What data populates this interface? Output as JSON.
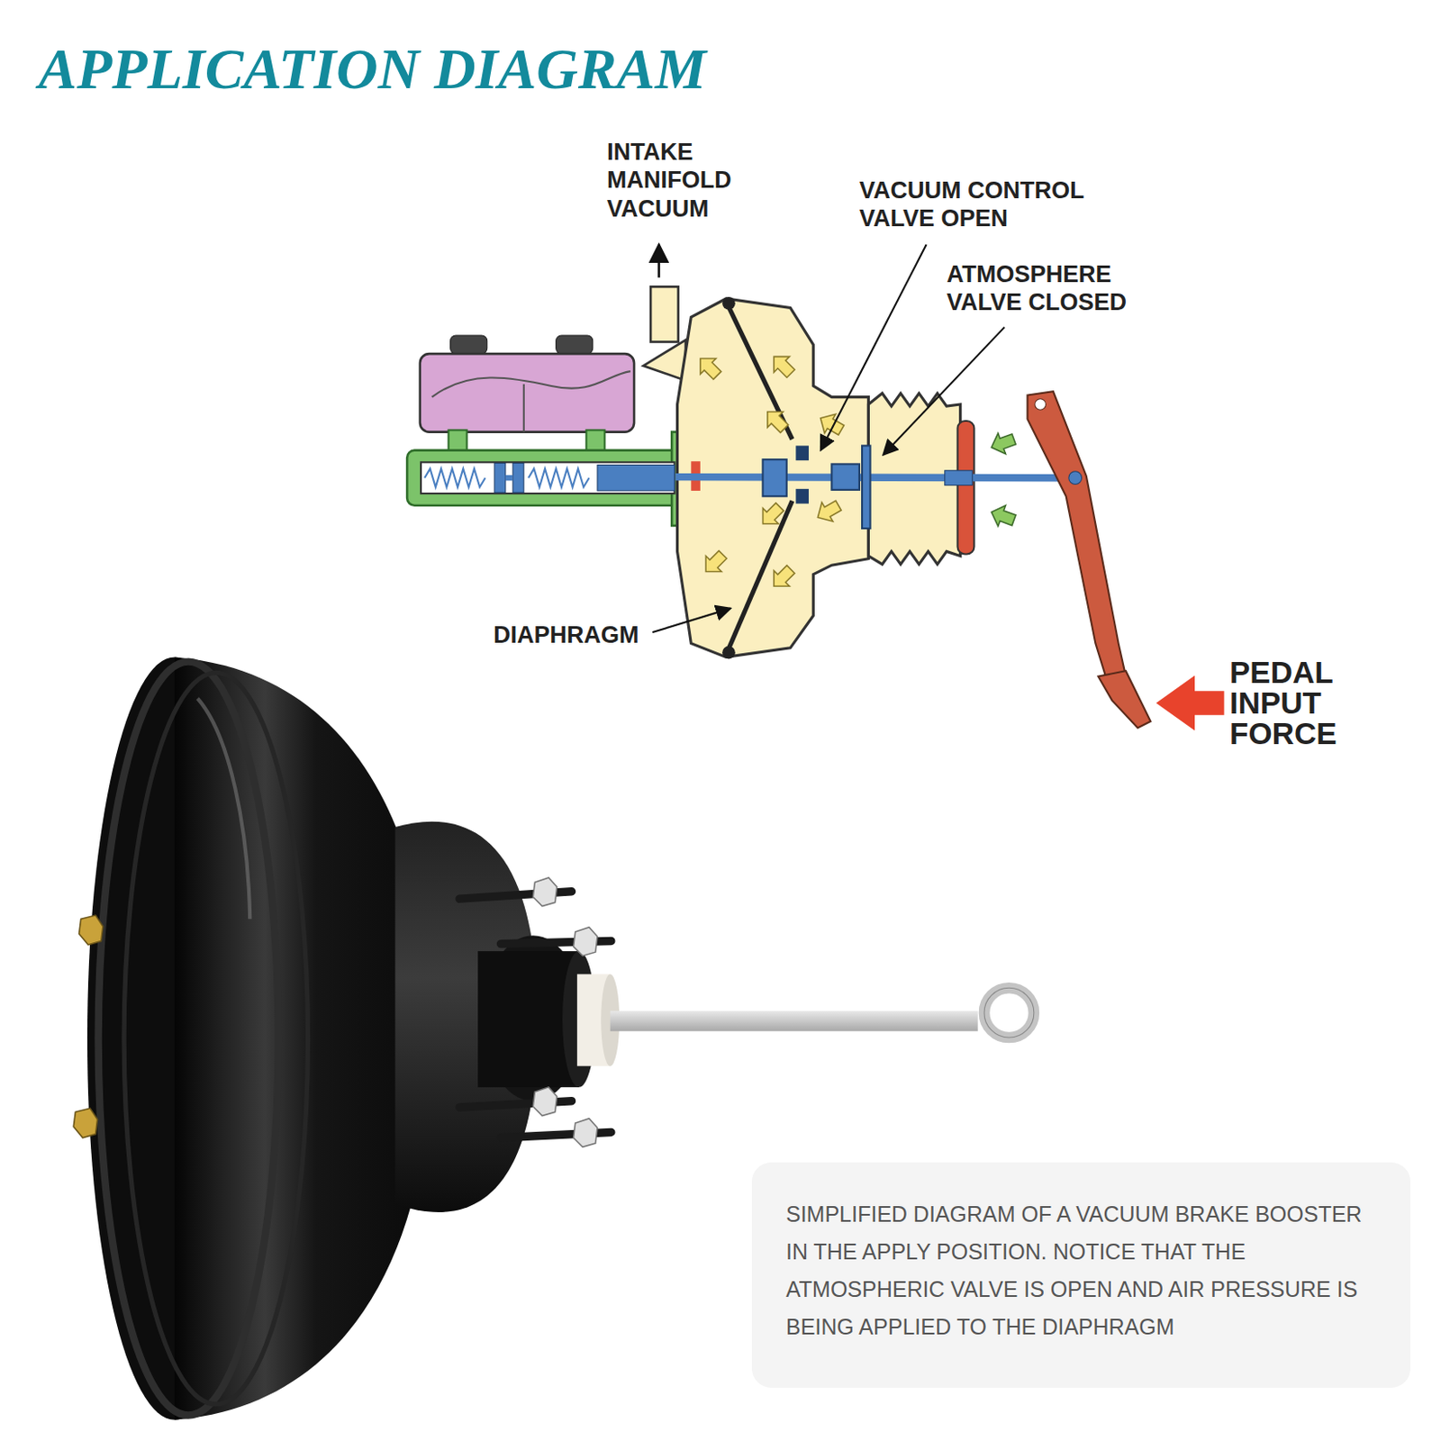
{
  "diagram": {
    "title": "APPLICATION DIAGRAM",
    "caption": "SIMPLIFIED DIAGRAM OF A VACUUM BRAKE BOOSTER IN THE APPLY POSITION. NOTICE THAT THE ATMOSPHERIC VALVE IS OPEN AND AIR PRESSURE IS BEING APPLIED TO THE DIAPHRAGM",
    "labels": [
      "INTAKE MANIFOLD VACUUM",
      "VACUUM CONTROL VALVE OPEN",
      "ATMOSPHERE VALVE CLOSED",
      "DIAPHRAGM",
      "PEDAL INPUT FORCE"
    ]
  }
}
